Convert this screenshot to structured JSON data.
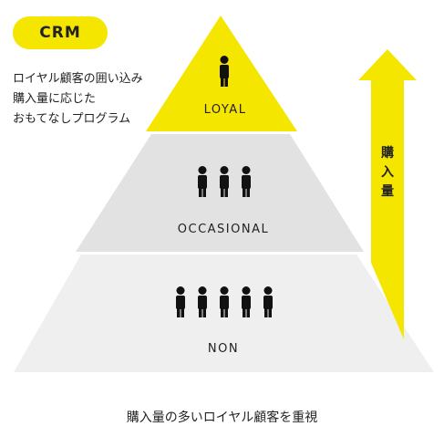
{
  "badge": {
    "label": "CRM"
  },
  "description": {
    "lines": [
      "ロイヤル顧客の囲い込み",
      "購入量に応じた",
      "おもてなしプログラム"
    ]
  },
  "tiers": [
    {
      "label": "LOYAL",
      "people_count": 1
    },
    {
      "label": "OCCASIONAL",
      "people_count": 3
    },
    {
      "label": "NON",
      "people_count": 5
    }
  ],
  "arrow": {
    "label": [
      "購",
      "入",
      "量"
    ]
  },
  "footer": {
    "text": "購入量の多いロイヤル顧客を重視"
  },
  "colors": {
    "accent": "#F5E600",
    "tier_occasional": "#E2E2E2",
    "tier_non": "#EFEFEF",
    "separator": "#FFFFFF",
    "icon": "#111111",
    "text": "#222222"
  }
}
